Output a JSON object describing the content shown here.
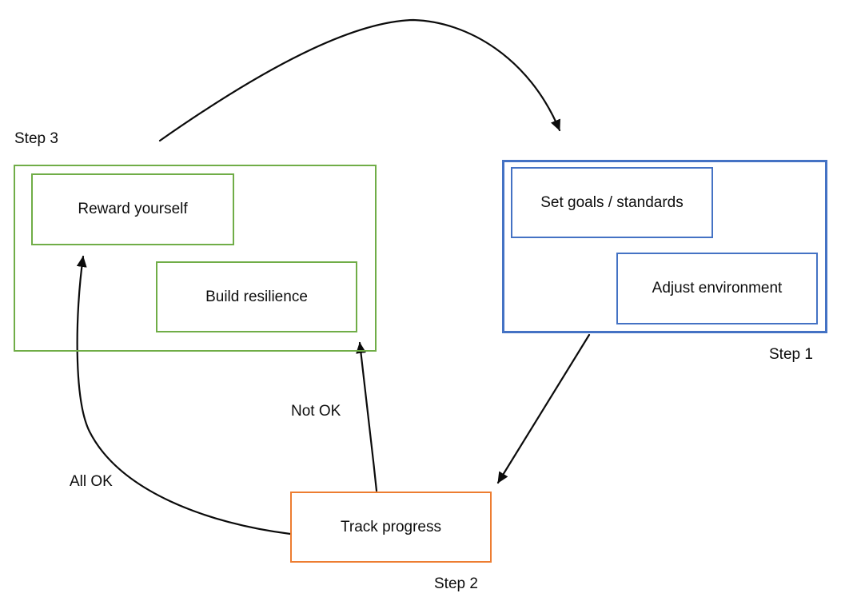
{
  "diagram": {
    "type": "flow-cycle",
    "colors": {
      "step1_border": "#4472C4",
      "step2_border": "#ED7D31",
      "step3_border": "#70AD47",
      "arrow": "#0b0b0b",
      "text": "#0d0d0d",
      "background": "#ffffff"
    },
    "step1": {
      "label": "Step 1",
      "boxes": {
        "set_goals": "Set goals / standards",
        "adjust_environment": "Adjust environment"
      }
    },
    "step2": {
      "label": "Step 2",
      "boxes": {
        "track_progress": "Track progress"
      }
    },
    "step3": {
      "label": "Step 3",
      "boxes": {
        "reward_yourself": "Reward yourself",
        "build_resilience": "Build resilience"
      }
    },
    "edge_labels": {
      "all_ok": "All OK",
      "not_ok": "Not OK"
    },
    "edges": [
      {
        "name": "cycle-arrow-step3-to-step1",
        "from": "Step 3 area",
        "to": "Step 1 box",
        "label": ""
      },
      {
        "name": "arrow-step1-to-step2",
        "from": "Step 1 box",
        "to": "Track progress",
        "label": ""
      },
      {
        "name": "arrow-not-ok",
        "from": "Track progress",
        "to": "Build resilience",
        "label": "Not OK"
      },
      {
        "name": "arrow-all-ok",
        "from": "Track progress",
        "to": "Reward yourself",
        "label": "All OK"
      }
    ]
  }
}
